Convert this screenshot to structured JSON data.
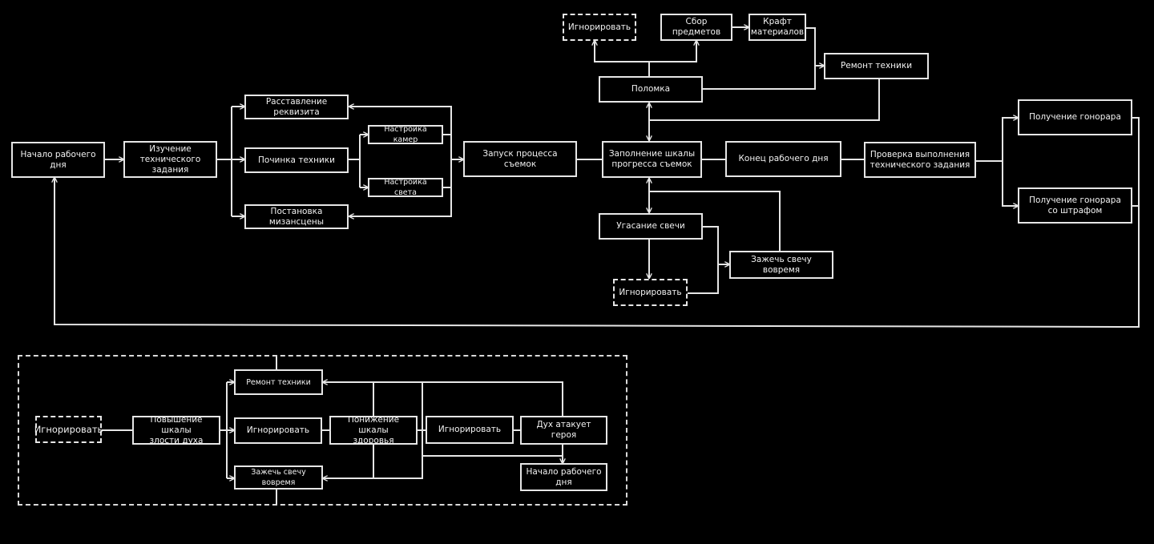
{
  "colors": {
    "background": "#000000",
    "stroke": "#e6e6e6",
    "text": "#f2f2f2"
  },
  "nodes": {
    "start_day": "Начало рабочего дня",
    "study_spec": "Изучение\nтехнического задания",
    "place_props": "Расставление реквизита",
    "repair_tech_main": "Починка техники",
    "staging": "Постановка мизансцены",
    "setup_cameras": "Настройка камер",
    "setup_light": "Настройка света",
    "start_shooting": "Запуск процесса съемок",
    "fill_progress": "Заполнение шкалы\nпрогресса съемок",
    "end_day": "Конец рабочего дня",
    "check_spec": "Проверка выполнения\nтехнического задания",
    "fee": "Получение гонорара",
    "fee_fine": "Получение гонорара\nсо штрафом",
    "breakdown": "Поломка",
    "ignore_breakdown": "Игнорировать",
    "collect_items": "Сбор предметов",
    "craft_materials": "Крафт\nматериалов",
    "repair_tech_top": "Ремонт техники",
    "candle_fade": "Угасание свечи",
    "light_candle": "Зажечь свечу вовремя",
    "ignore_candle": "Игнорировать"
  },
  "sub": {
    "ignore_start": "Игнорировать",
    "raise_spirit": "Повышение шкалы\nзлости духа",
    "repair_tech": "Ремонт техники",
    "ignore_mid": "Игнорировать",
    "light_candle": "Зажечь свечу вовремя",
    "lower_health": "Понижение шкалы\nздоровья",
    "ignore_right": "Игнорировать",
    "spirit_attacks": "Дух атакует героя",
    "start_day": "Начало рабочего дня"
  }
}
